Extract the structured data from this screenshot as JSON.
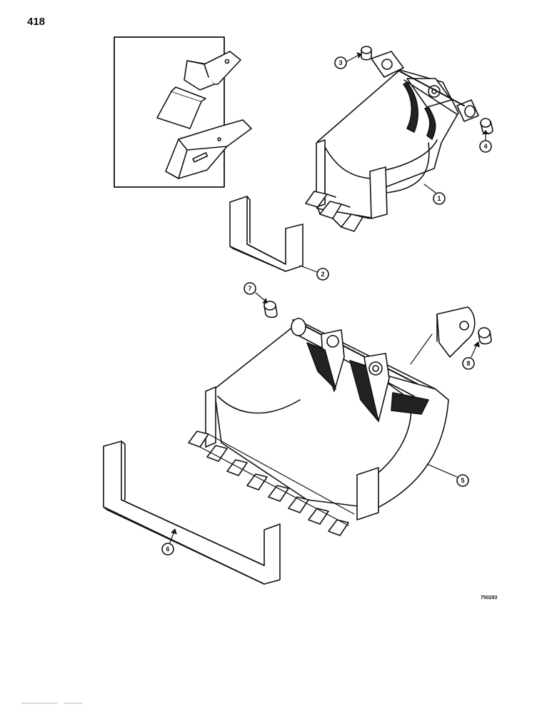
{
  "page_number": "418",
  "drawing_code": "750293",
  "callouts": [
    {
      "id": "c1",
      "label": "1"
    },
    {
      "id": "c2",
      "label": "2"
    },
    {
      "id": "c3",
      "label": "3"
    },
    {
      "id": "c4",
      "label": "4"
    },
    {
      "id": "c5",
      "label": "5"
    },
    {
      "id": "c6",
      "label": "6"
    },
    {
      "id": "c7",
      "label": "7"
    },
    {
      "id": "c8",
      "label": "8"
    }
  ],
  "colors": {
    "ink": "#111111",
    "paper": "#ffffff",
    "shade": "#222222"
  }
}
